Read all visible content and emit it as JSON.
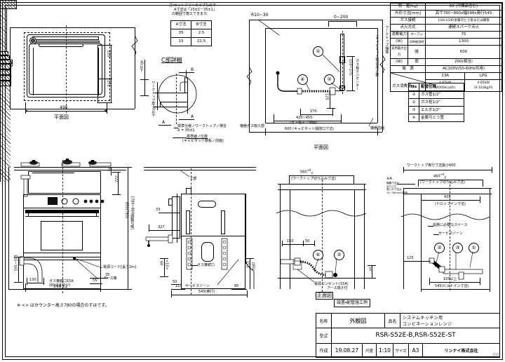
{
  "drawing": {
    "note_top": "注)セットフリータイプなので",
    "note_top2": "A寸法は「15±1ー35±1」",
    "note_top3": "の範囲で施工できます。",
    "ab_table": {
      "headers": [
        "A寸法",
        "B寸法"
      ],
      "rows": [
        [
          "35",
          "2.5"
        ],
        [
          "15",
          "22.5"
        ]
      ]
    },
    "detail_title": "C部詳細",
    "detail_labels": {
      "a": "A",
      "b": "B",
      "c": "C部",
      "t40": "ワークトップ厚40以下"
    },
    "notes_center": {
      "worktop": "標準仕様ノワークトップノ場合",
      "a_dim": "A = 35±1",
      "baseline": "基準線ノ位置",
      "baseline_sub": "(キャビネット側板ノ前面)",
      "gas_inlet": "機器ガス取入部"
    },
    "views": {
      "plan_top": "平面図",
      "plan_center": "平面図",
      "front": "正面図",
      "install_example": "設置・配管施工例"
    },
    "plan_top_dims": {
      "w490": "490",
      "d210": "210",
      "d170": "170",
      "t40": "40以下"
    },
    "plan_center_dims": {
      "r10_30": "R10~30",
      "d0_200": "0~200",
      "d150_175": "150~175",
      "d125": "125",
      "d170": "170",
      "d420_455": "420~455",
      "d420_455_note": "(ガス栓ネジ端面)",
      "d600": "600 (キャビネット開閉口寸法)",
      "gas_center": "ガス栓ネジセンター",
      "cabinet_cut": "(キャビネット側)切欠き要",
      "worktop_edge": "ワークトップ端面",
      "front_face": "機器前面"
    },
    "front_view_dims": {
      "w598": "598±2",
      "d130": "130",
      "d35": "35",
      "d55": "55",
      "d135_165": "135~165",
      "d45": "45",
      "d222": "222",
      "h850": "850(780)",
      "h_range": "[780~860調整可能]",
      "gas_port": "ガス接続口15A",
      "gas_port_sub": "(R1/2オネジ)",
      "power_cord": "電源コード[長さ2m]",
      "earth": "アース線"
    },
    "side_view_dims": {
      "d33": "33",
      "d327": "327",
      "d125": "125",
      "d50": "50",
      "d85": "85",
      "d155": "155",
      "d155_sub": "(85)",
      "d60": "60",
      "d40": "40",
      "d60b": "60",
      "d545": "545(奥行)",
      "gas_port": "ガス接続口",
      "service_zone": "サービスゾーン"
    },
    "front_panel_dims": {
      "w560": "560",
      "w560_tol_up": "+4",
      "w560_tol_dn": "0",
      "w560_note": "(ワークトップ切り込み寸法)",
      "d150": "150",
      "d50": "50",
      "d50v": "50",
      "outlet": "電源コンセント(15A)",
      "outlet_sub": "アース端子付"
    },
    "right_panel_dims": {
      "worktop_depth": "ワークトップ奥行寸法最小600",
      "w460": "460",
      "w460_tol_up": "+4",
      "w460_tol_dn": "0",
      "w460_note": "(ワークトップ切り込み寸法)",
      "w435": "435",
      "w435_note": "(ドロップイン寸法)",
      "space": "設置に必要なスペース",
      "service_zone": "サービスゾーン",
      "d125": "125",
      "d105": "105以上",
      "d545": "545(ビルトイン寸法)",
      "note_a": "※A",
      "note_a_body": "機器寸法が\nありぶり\n高しの寸法は\n15~30mmの範囲"
    },
    "footnote": "※ <> はカウンター高さ780の場合のすほです。",
    "page_no": "100"
  },
  "spec_table": {
    "rows": [
      {
        "label": "質　量[kg]",
        "sub": "",
        "value": "62 (付属品含む)"
      },
      {
        "label": "外形寸法[mm]",
        "sub": "",
        "value": "高サ780~860x幅598x奥行545"
      },
      {
        "label": "ガス接続",
        "sub": "",
        "value": "15A(1/2B)金属可とう管または鋼管"
      },
      {
        "label": "点火方式",
        "sub": "",
        "value": "連続スパーク点火"
      },
      {
        "label": "消費電力",
        "sub": "オーブン",
        "value": "75"
      },
      {
        "label": "(W)",
        "sub": "同時使用時",
        "value": "1300"
      },
      {
        "label": "実用最大出力",
        "sub": "強",
        "value": "600"
      },
      {
        "label": "(W)",
        "sub": "弱",
        "value": "200(相当)"
      },
      {
        "label": "電　源",
        "sub": "",
        "value": "AC100V(50-60Hz共用)"
      }
    ],
    "gas_header": [
      "13A",
      "LPG"
    ],
    "gas_label": "ガス消費量",
    "gas_values": [
      "4.65kW\n(4000kcal/h)",
      "4.65kW\n(0.333kg/h)"
    ]
  },
  "piping_table": {
    "headers": [
      "No",
      "配管仕様"
    ],
    "rows": [
      {
        "no": "1",
        "spec": "ガス管1/2\""
      },
      {
        "no": "2",
        "spec": "ガス栓1/2\""
      },
      {
        "no": "3",
        "spec": "エルボ1/2\""
      },
      {
        "no": "4",
        "spec": "金属可とう管"
      }
    ]
  },
  "title_block": {
    "name_label": "名称",
    "name_value": "外観図",
    "product_label": "品名",
    "product_value_1": "システムキッチン用",
    "product_value_2": "コンビネーションレンジ",
    "model_label": "型式",
    "model_value": "RSR-S52E-B,RSR-S52E-ST",
    "created_label": "作成",
    "created_value": "19.08.27",
    "scale_label": "尺度",
    "scale_value": "1:10",
    "size_label": "サイズ",
    "size_value": "A3",
    "company": "リンナイ株式会社"
  }
}
